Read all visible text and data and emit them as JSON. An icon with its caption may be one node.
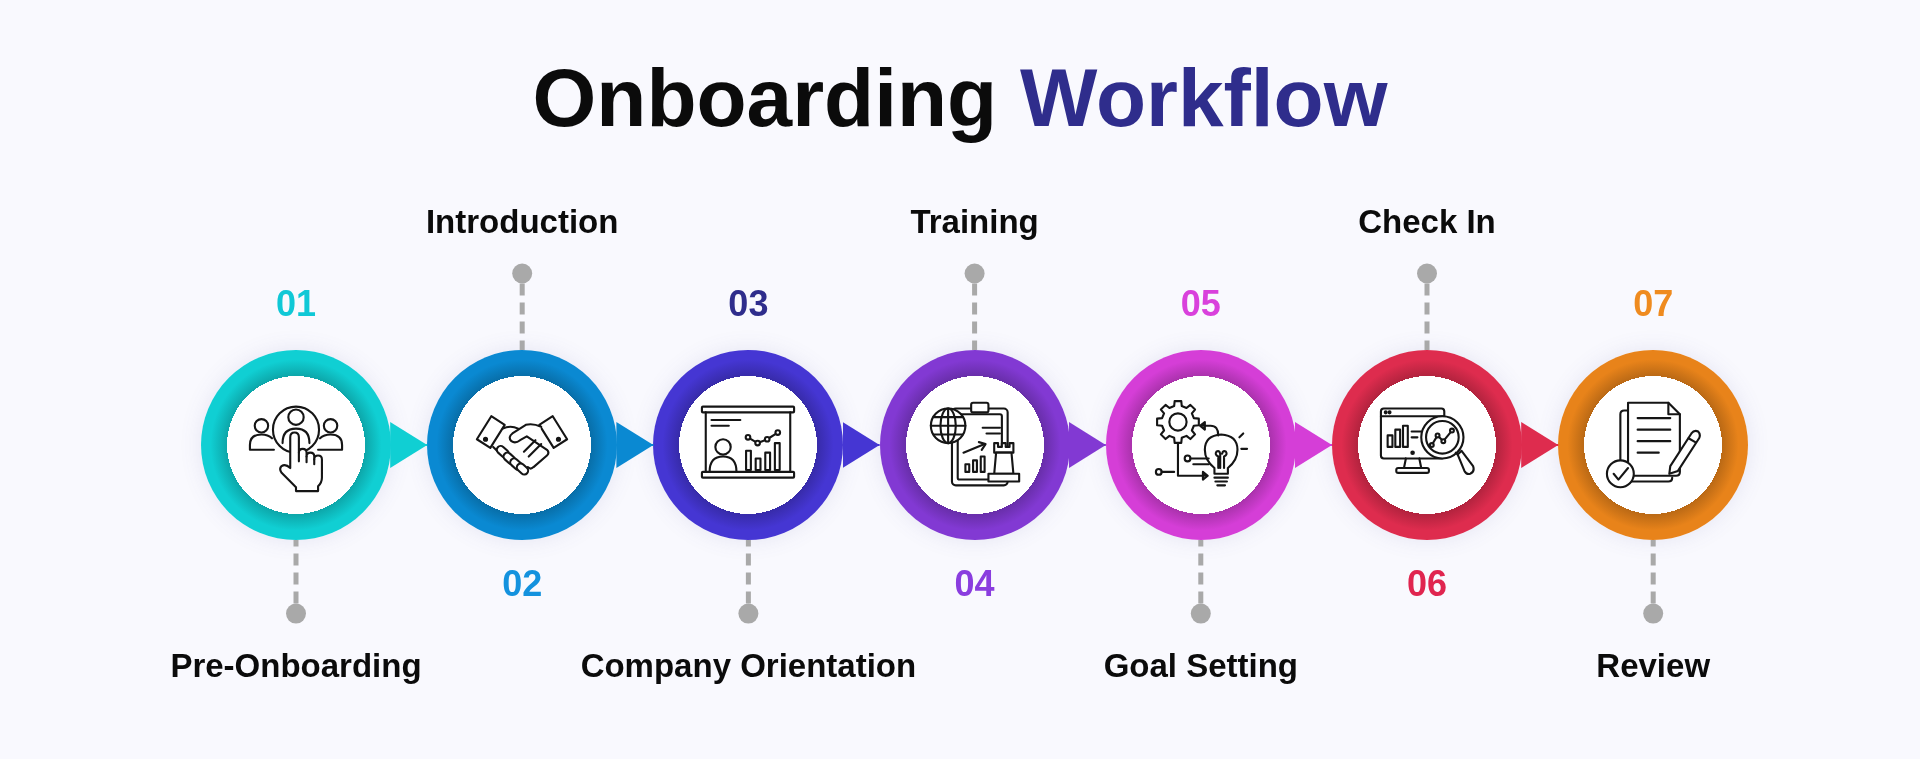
{
  "diagram": {
    "title": "Onboarding Workflow",
    "nodes": [
      {
        "text": [],
        "shape": "circle",
        "beside": [
          "01"
        ]
      },
      {
        "text": [],
        "shape": "circle",
        "beside": [
          "02"
        ]
      },
      {
        "text": [],
        "shape": "circle",
        "beside": [
          "03"
        ]
      },
      {
        "text": [],
        "shape": "circle",
        "beside": [
          "04"
        ]
      },
      {
        "text": [],
        "shape": "circle",
        "beside": [
          "05"
        ]
      },
      {
        "text": [],
        "shape": "circle",
        "beside": [
          "06"
        ]
      },
      {
        "text": [],
        "shape": "circle",
        "beside": [
          "07"
        ]
      },
      {
        "text": [
          "Pre-Onboarding"
        ]
      },
      {
        "text": [
          "Introduction"
        ]
      },
      {
        "text": [
          "Company Orientation"
        ]
      },
      {
        "text": [
          "Training"
        ]
      },
      {
        "text": [
          "Goal Setting"
        ]
      },
      {
        "text": [
          "Check In"
        ]
      },
      {
        "text": [
          "Review"
        ]
      }
    ],
    "edges": [
      {
        "from": 0,
        "to": 1,
        "arrow": "to",
        "color": "#10cfd3"
      },
      {
        "from": 1,
        "to": 2,
        "arrow": "to",
        "color": "#0a89d2"
      },
      {
        "from": 2,
        "to": 3,
        "arrow": "to",
        "color": "#4536d3"
      },
      {
        "from": 3,
        "to": 4,
        "arrow": "to",
        "color": "#8239d3"
      },
      {
        "from": 4,
        "to": 5,
        "arrow": "to",
        "color": "#d53ed7"
      },
      {
        "from": 5,
        "to": 6,
        "arrow": "to",
        "color": "#de2c4e"
      },
      {
        "from": 7,
        "to": 0,
        "arrow": "other",
        "style": "dashed"
      },
      {
        "from": 8,
        "to": 1,
        "arrow": "other",
        "style": "dashed"
      },
      {
        "from": 9,
        "to": 2,
        "arrow": "other",
        "style": "dashed"
      },
      {
        "from": 10,
        "to": 3,
        "arrow": "other",
        "style": "dashed"
      },
      {
        "from": 11,
        "to": 4,
        "arrow": "other",
        "style": "dashed"
      },
      {
        "from": 12,
        "to": 5,
        "arrow": "other",
        "style": "dashed"
      },
      {
        "from": 13,
        "to": 6,
        "arrow": "other",
        "style": "dashed"
      }
    ]
  }
}
